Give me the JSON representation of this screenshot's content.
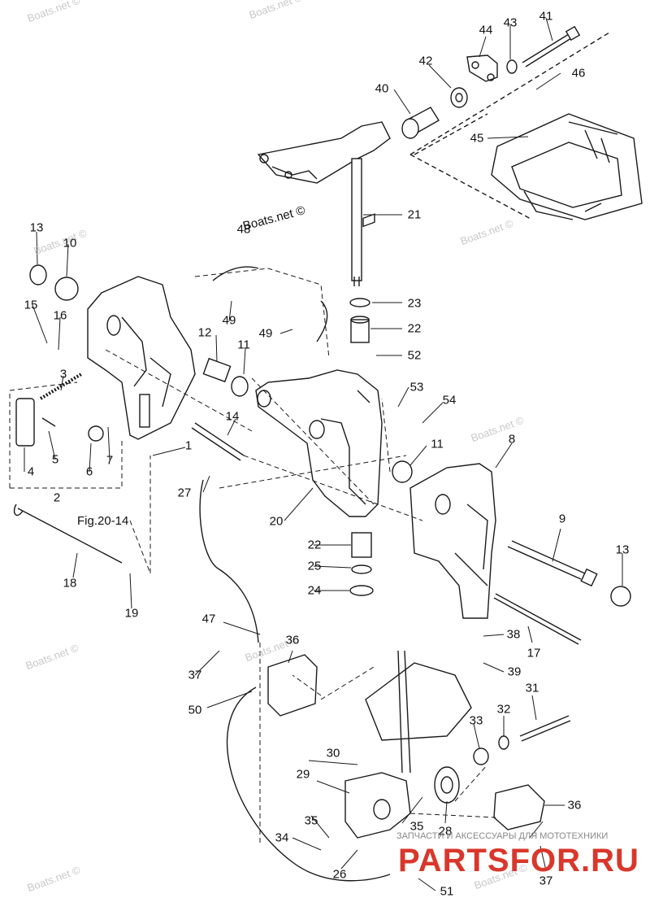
{
  "watermark": "Boats.net ©",
  "figure_ref": "Fig.20-14",
  "shop_caption": "ЗАПЧАСТИ И АКСЕССУАРЫ ДЛЯ МОТОТЕХНИКИ",
  "shop_logo": "PARTSFOR.RU",
  "colors": {
    "line": "#1a1a1a",
    "logo": "#d9372b",
    "watermark": "#c8c8c8"
  },
  "callouts": [
    "1",
    "2",
    "3",
    "4",
    "5",
    "6",
    "7",
    "8",
    "9",
    "10",
    "11",
    "11",
    "12",
    "13",
    "13",
    "14",
    "15",
    "16",
    "17",
    "18",
    "19",
    "20",
    "21",
    "22",
    "22",
    "23",
    "24",
    "25",
    "26",
    "27",
    "28",
    "29",
    "30",
    "31",
    "32",
    "33",
    "34",
    "35",
    "35",
    "36",
    "36",
    "37",
    "37",
    "38",
    "39",
    "40",
    "41",
    "42",
    "43",
    "44",
    "45",
    "46",
    "47",
    "48",
    "49",
    "49",
    "50",
    "51",
    "52",
    "53",
    "54"
  ]
}
